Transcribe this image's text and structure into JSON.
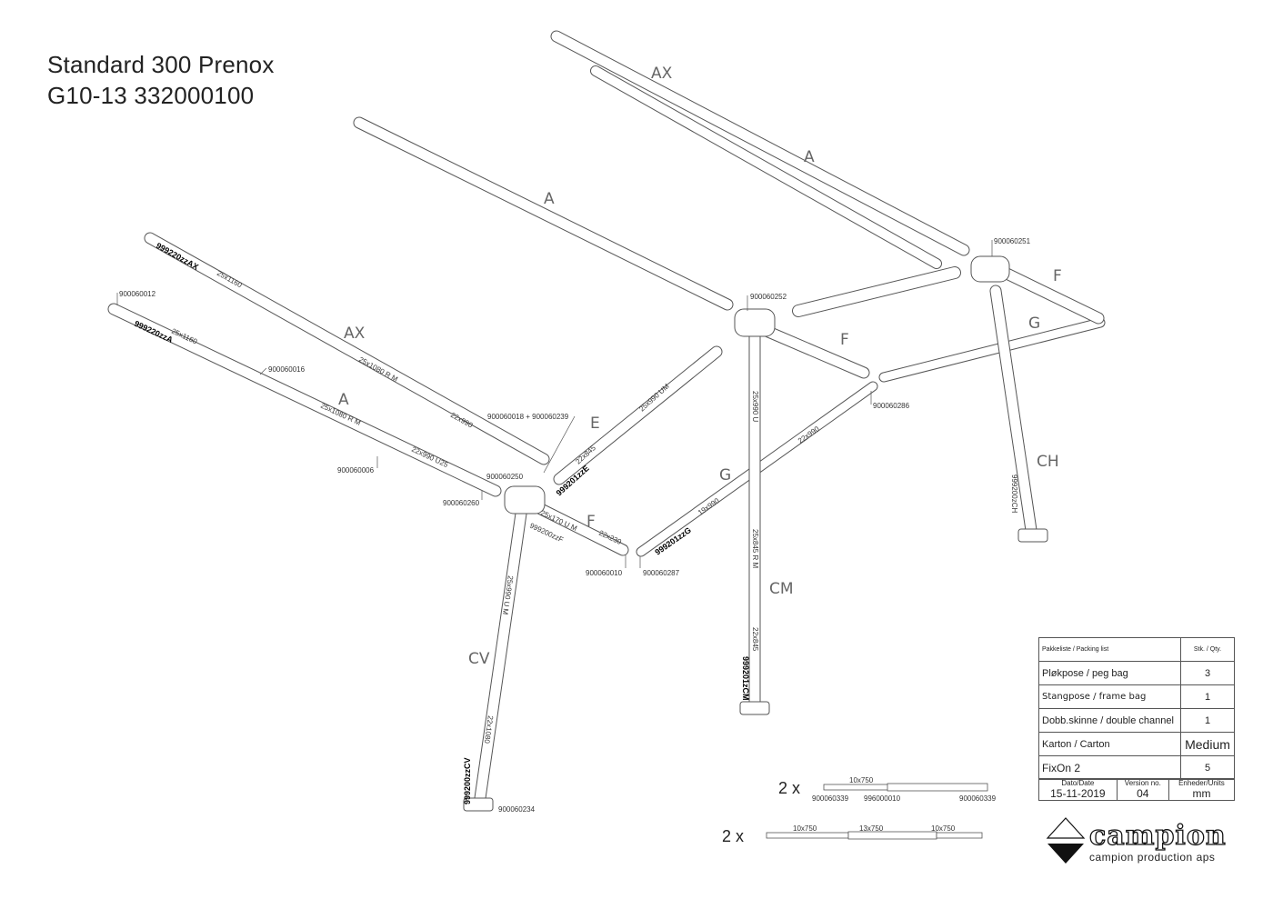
{
  "header": {
    "title_line1": "Standard 300 Prenox",
    "title_line2": "G10-13 332000100"
  },
  "part_labels": {
    "ax_top": "AX",
    "a_top": "A",
    "a_mid": "A",
    "ax_left": "AX",
    "a_left": "A",
    "e": "E",
    "f_left": "F",
    "f_mid": "F",
    "f_right": "F",
    "g_front": "G",
    "g_back": "G",
    "cv": "CV",
    "cm": "CM",
    "ch": "CH"
  },
  "dimensions": {
    "ax_left_1": "25x1160",
    "ax_left_2": "25x1080 R M",
    "ax_left_3": "22x990",
    "a_left_1": "25x1160",
    "a_left_2": "25x1080 R M",
    "a_left_3": "22x990 U25",
    "e_1": "25x990 UM",
    "e_2": "22x845",
    "f_left_1": "25x170 U M",
    "f_left_2": "22x230",
    "g_1": "19x990",
    "g_2": "22x990",
    "cm_1": "25x990 U",
    "cm_2": "25x845 R M",
    "cm_3": "22x845",
    "cv_1": "25x990 U M",
    "cv_2": "22x1080"
  },
  "part_codes": {
    "ax_left": "999220zzAX",
    "a_left": "999220zzA",
    "e": "999201zzE",
    "f_left": "999200zzF",
    "g": "999201zzG",
    "cm": "999201zCM",
    "cv": "999200zzCV",
    "ch": "999200zCH"
  },
  "item_numbers": {
    "n012": "900060012",
    "n016": "900060016",
    "n006": "900060006",
    "n260": "900060260",
    "n250": "900060250",
    "n018": "900060018 + 900060239",
    "n010": "900060010",
    "n287": "900060287",
    "n252": "900060252",
    "n251": "900060251",
    "n286": "900060286",
    "n234": "900060234"
  },
  "accessories": [
    {
      "qty": "2 x",
      "segments": [
        "10x750"
      ],
      "left": "900060339",
      "mid": "996000010",
      "right": "900060339"
    },
    {
      "qty": "2 x",
      "segments": [
        "10x750",
        "13x750",
        "10x750"
      ]
    }
  ],
  "packing_list": {
    "header": "Pakkeliste / Packing list",
    "qty_header": "Stk. / Qty.",
    "rows": [
      {
        "item": "Pløkpose / peg bag",
        "qty": "3"
      },
      {
        "item": "Stangpose / frame bag",
        "qty": "1"
      },
      {
        "item": "Dobb.skinne / double channel",
        "qty": "1"
      },
      {
        "item": "Karton / Carton",
        "qty": "Medium"
      },
      {
        "item": "FixOn 2",
        "qty": "5"
      }
    ]
  },
  "footer": {
    "date_label": "Dato/Date",
    "date": "15-11-2019",
    "version_label": "Version no.",
    "version": "04",
    "units_label": "Enheder/Units",
    "units": "mm"
  },
  "logo": {
    "word": "campion",
    "sub": "campion production aps"
  }
}
